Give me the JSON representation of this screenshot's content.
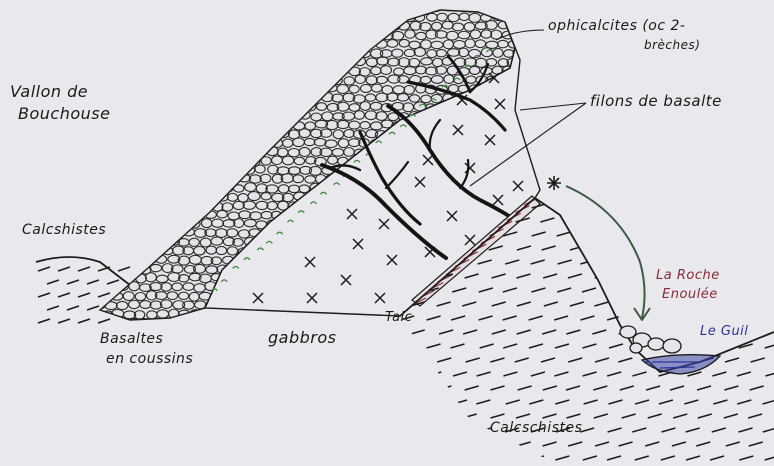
{
  "labels": {
    "vallon_line1": "Vallon de",
    "vallon_line2": "Bouchouse",
    "calcschistes_left": "Calcshistes",
    "basaltes_line1": "Basaltes",
    "basaltes_line2": "en coussins",
    "gabbros": "gabbros",
    "talc": "Talc",
    "ophicalcites_line1": "ophicalcites (oc 2-",
    "ophicalcites_line2": "brèches)",
    "filons": "filons de basalte",
    "roche_line1": "La Roche",
    "roche_line2": "Enoulée",
    "guil": "Le Guil",
    "calcschistes_bottom": "Calcschistes"
  },
  "colors": {
    "paper": "#e9e8ec",
    "ink": "#1c1c1c",
    "green_marks": "#3f8a3f",
    "talc_red": "#8a2a35",
    "arrow_green": "#3d5a45",
    "river_blue": "#3b47a8"
  }
}
